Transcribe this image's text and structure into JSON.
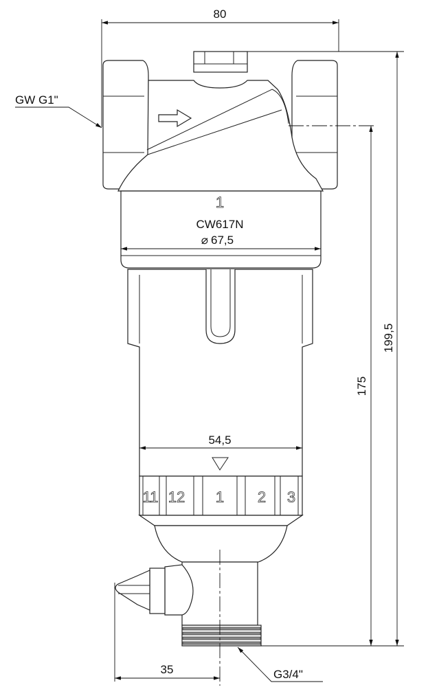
{
  "title": "",
  "dimensions": {
    "overall_width": "80",
    "collar_diameter": "67,5",
    "diameter_symbol": "⌀",
    "bowl_width": "54,5",
    "drain_offset": "35",
    "height_to_inlet_axis": "175",
    "overall_height": "199,5"
  },
  "callouts": {
    "inlet_thread": "GW G1\"",
    "outlet_thread": "G3/4\""
  },
  "body_marking": {
    "number": "1",
    "material": "CW617N"
  },
  "dial": {
    "labels": [
      "11",
      "12",
      "1",
      "2",
      "3"
    ]
  },
  "flow_direction": "arrow-right-icon"
}
